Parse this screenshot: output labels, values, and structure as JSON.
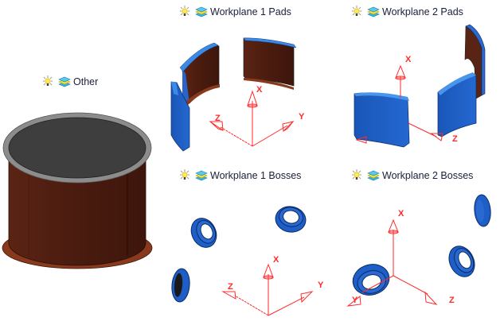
{
  "groups": [
    {
      "id": "other",
      "label": "Other"
    },
    {
      "id": "wp1-pads",
      "label": "Workplane 1 Pads"
    },
    {
      "id": "wp2-pads",
      "label": "Workplane 2 Pads"
    },
    {
      "id": "wp1-bosses",
      "label": "Workplane 1 Bosses"
    },
    {
      "id": "wp2-bosses",
      "label": "Workplane 2 Bosses"
    }
  ],
  "axes": {
    "x": "X",
    "y": "Y",
    "z": "Z"
  },
  "icons": {
    "visibility": "lightbulb-icon",
    "layer": "layer-stack-icon"
  },
  "colors": {
    "axis": "#ff2a2a",
    "pad_blue": "#1d5fc7",
    "pad_blue_light": "#3b8ae6",
    "brown": "#4e1d10",
    "brown_edge": "#8a3a1c",
    "cylinder_top": "#3e3e3e",
    "cylinder_rim": "#8c8c8c",
    "label_text": "#1a1f3a"
  }
}
